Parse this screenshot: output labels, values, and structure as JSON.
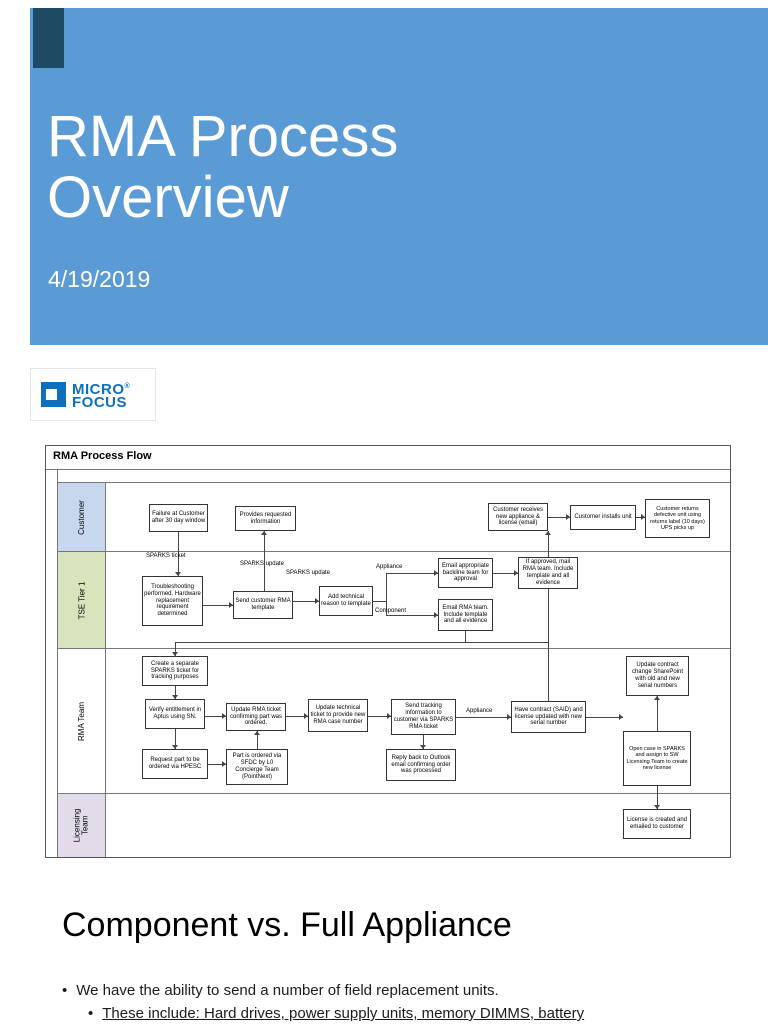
{
  "title_slide": {
    "title_line1": "RMA Process",
    "title_line2": "Overview",
    "date": "4/19/2019"
  },
  "logo": {
    "word1": "MICRO",
    "reg": "®",
    "word2": "FOCUS"
  },
  "flowchart": {
    "title": "RMA Process Flow",
    "lanes": {
      "customer": "Customer",
      "tse": "TSE Tier 1",
      "rma": "RMA Team",
      "licensing": "Licensing Team"
    },
    "boxes": {
      "failure": "Failure at Customer after 30 day window",
      "provides": "Provides requested information",
      "receives": "Customer receives new appliance & license (email)",
      "installs": "Customer installs unit",
      "returns": "Customer returns defective unit using returns label (10 days) UPS picks up",
      "troubleshooting": "Troubleshooting performed. Hardware replacement requirement determined",
      "send_template": "Send customer RMA template",
      "add_reason": "Add technical reason to template",
      "email_backline": "Email appropriate backline team for approval",
      "if_approved": "If approved, mail RMA team. Include template and all evidence",
      "email_rma": "Email RMA team. Include template and all evidence",
      "create_ticket": "Create a separate SPARKS ticket for tracking purposes",
      "verify": "Verify entitlement in Aptus using SN.",
      "update_ticket": "Update RMA ticket confirming part was ordered.",
      "update_tech": "Update technical ticket to provide new RMA case number",
      "send_tracking": "Send tracking information to customer via SPARKS RMA ticket",
      "have_contract": "Have contract (SAID) and license updated with new serial number",
      "update_sharepoint": "Update contract change SharePoint with old and new serial numbers",
      "request_part": "Request part to be ordered via HPESC",
      "part_ordered": "Part is ordered via SFDC by L0 Concierge Team (PointNext)",
      "reply_outlook": "Reply back to Outlook email confirming order was processed",
      "open_case": "Open case in SPARKS and assign to SW Licensing Team to create new license",
      "license_created": "License is created and emailed to customer"
    },
    "labels": {
      "sparks_ticket": "SPARKS ticket",
      "sparks_update1": "SPARKS update",
      "sparks_update2": "SPARKS update",
      "appliance1": "Appliance",
      "component": "Component",
      "appliance2": "Appliance"
    }
  },
  "section2": {
    "heading": "Component vs. Full Appliance",
    "bullet1_marker": "•",
    "bullet1": "We have the ability to send a number of field replacement units.",
    "bullet2_marker": "•",
    "bullet2": "These include: Hard drives, power supply units, memory DIMMS, battery"
  },
  "colors": {
    "slide_blue": "#5b9bd5",
    "accent_dark": "#1e4a63",
    "logo_blue": "#0e6fc1",
    "lane_customer": "#c7d7ee",
    "lane_tse": "#d8e4bc",
    "lane_rma": "#ffffff",
    "lane_licensing": "#e2dcea",
    "line_color": "#444444",
    "box_border": "#333333"
  }
}
